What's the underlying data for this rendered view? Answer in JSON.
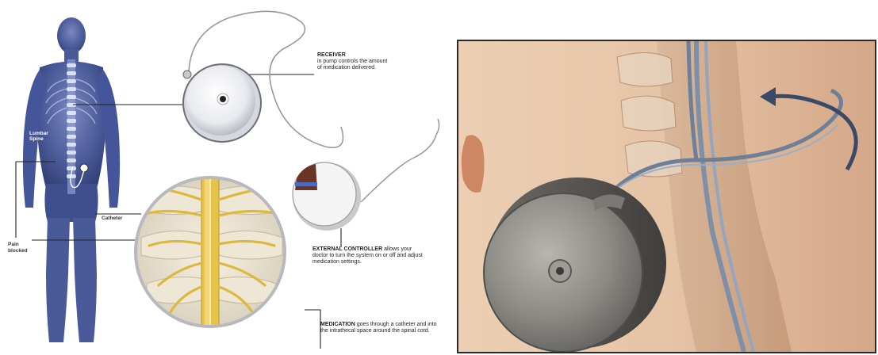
{
  "left_diagram": {
    "labels": {
      "lumbar_spine": "Lumbar Spine",
      "catheter": "Catheter",
      "pain_blocked": "Pain blocked"
    },
    "receiver": {
      "heading": "RECEIVER",
      "text": "in pump controls the amount of medication delivered."
    },
    "external_controller": {
      "heading": "EXTERNAL CONTROLLER",
      "text": "allows your doctor to turn the system on or off and adjust medication settings."
    },
    "medication": {
      "heading": "MEDICATION",
      "text": "goes through a catheter and into the intrathecal space around the spinal cord."
    }
  },
  "colors": {
    "body_blue": "#4a5a98",
    "nerve_yellow": "#e8c64a",
    "bone": "#efe7d6",
    "pump_metal": "#8a8a86",
    "tissue": "#e9cdb2",
    "arrow": "#3a4a66"
  }
}
